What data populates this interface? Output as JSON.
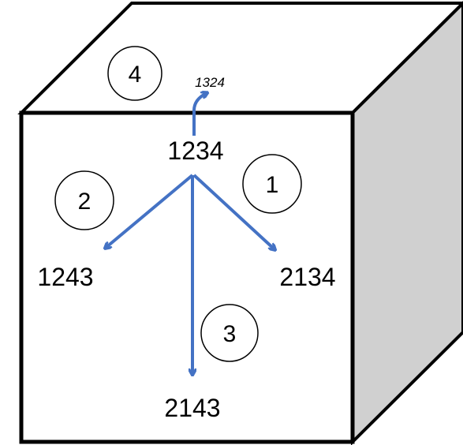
{
  "colors": {
    "arrow": "#4472c4",
    "cube_side": "#d0d0d0",
    "cube_face": "#ffffff",
    "outline": "#000000"
  },
  "nodes": {
    "center": "1234",
    "left": "1243",
    "right": "2134",
    "bottom": "2143",
    "top": "1324"
  },
  "circles": {
    "one": "1",
    "two": "2",
    "three": "3",
    "four": "4"
  }
}
